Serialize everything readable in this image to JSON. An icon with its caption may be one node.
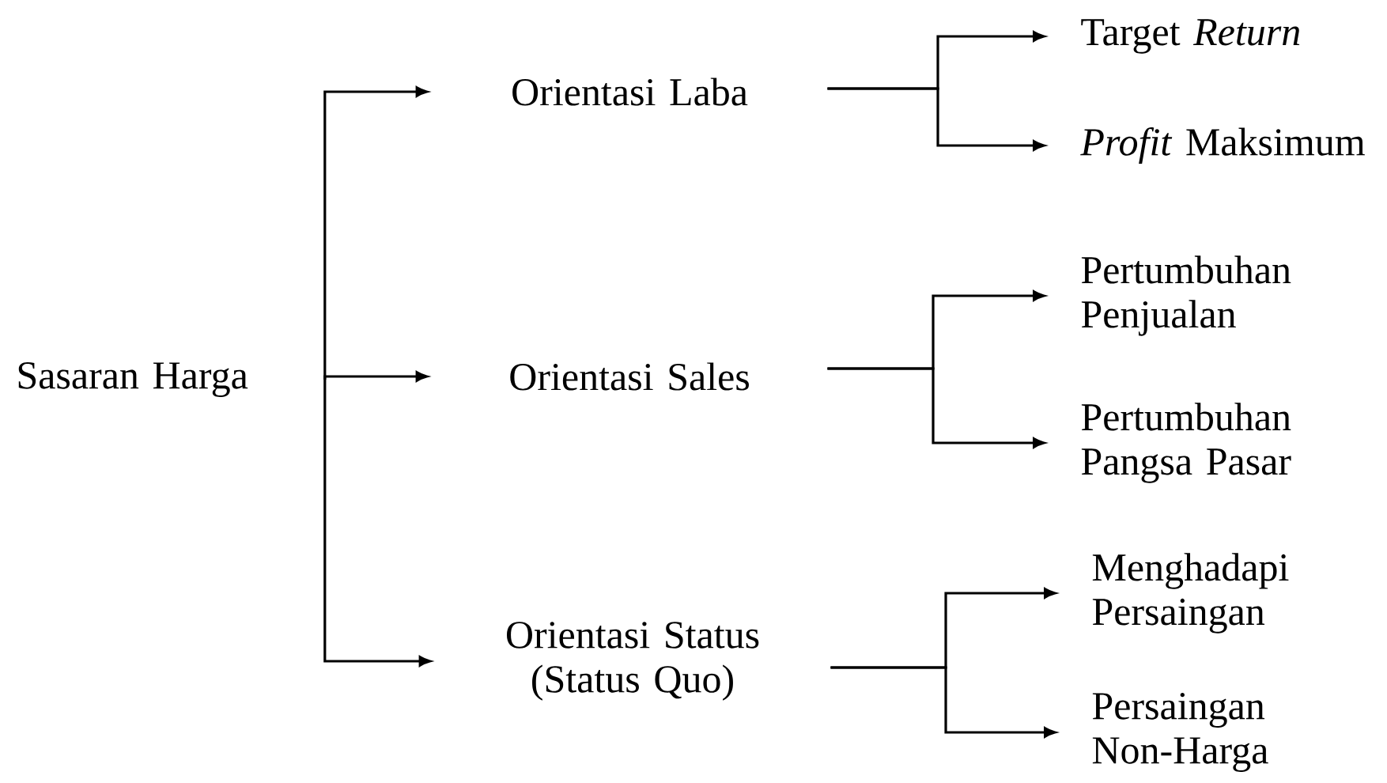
{
  "diagram": {
    "nodes": [
      {
        "text": [
          "Sasaran Harga"
        ]
      },
      {
        "text": [
          "Orientasi Laba"
        ]
      },
      {
        "text": [
          "Target *Return*"
        ]
      },
      {
        "text": [
          "*Profit* Maksimum"
        ]
      },
      {
        "text": [
          "Orientasi Sales"
        ]
      },
      {
        "text": [
          "Pertumbuhan Penjualan"
        ]
      },
      {
        "text": [
          "Pertumbuhan Pangsa Pasar"
        ]
      },
      {
        "text": [
          "Orientasi Status (Status Quo)"
        ]
      },
      {
        "text": [
          "Menghadapi Persaingan"
        ]
      },
      {
        "text": [
          "Persaingan Non-Harga"
        ]
      }
    ],
    "edges": [
      {
        "from": 0,
        "to": 1,
        "arrow": "to"
      },
      {
        "from": 0,
        "to": 4,
        "arrow": "to"
      },
      {
        "from": 0,
        "to": 7,
        "arrow": "to"
      },
      {
        "from": 1,
        "to": 2,
        "arrow": "to"
      },
      {
        "from": 1,
        "to": 3,
        "arrow": "to"
      },
      {
        "from": 4,
        "to": 5,
        "arrow": "to"
      },
      {
        "from": 4,
        "to": 6,
        "arrow": "to"
      },
      {
        "from": 7,
        "to": 8,
        "arrow": "to"
      },
      {
        "from": 7,
        "to": 9,
        "arrow": "to"
      }
    ]
  }
}
